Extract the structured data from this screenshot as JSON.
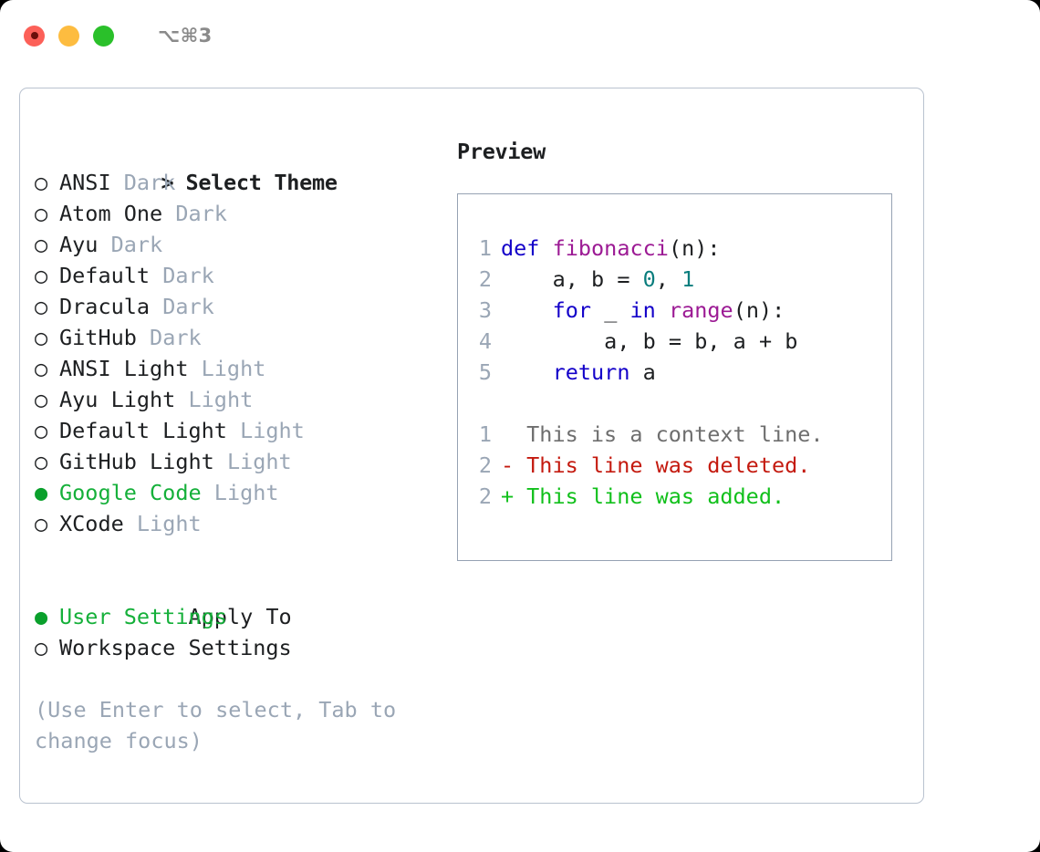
{
  "titlebar": {
    "shortcut": "⌥⌘3",
    "buttons": [
      {
        "name": "close",
        "color": "#fc6058"
      },
      {
        "name": "minimize",
        "color": "#fdbc40"
      },
      {
        "name": "maximize",
        "color": "#2ac02a"
      }
    ]
  },
  "left": {
    "heading_marker": ">",
    "heading": "Select Theme",
    "themes": [
      {
        "marker": "○",
        "name": "ANSI",
        "variant": "Dark",
        "selected": false
      },
      {
        "marker": "○",
        "name": "Atom One",
        "variant": "Dark",
        "selected": false
      },
      {
        "marker": "○",
        "name": "Ayu",
        "variant": "Dark",
        "selected": false
      },
      {
        "marker": "○",
        "name": "Default",
        "variant": "Dark",
        "selected": false
      },
      {
        "marker": "○",
        "name": "Dracula",
        "variant": "Dark",
        "selected": false
      },
      {
        "marker": "○",
        "name": "GitHub",
        "variant": "Dark",
        "selected": false
      },
      {
        "marker": "○",
        "name": "ANSI Light",
        "variant": "Light",
        "selected": false
      },
      {
        "marker": "○",
        "name": "Ayu Light",
        "variant": "Light",
        "selected": false
      },
      {
        "marker": "○",
        "name": "Default Light",
        "variant": "Light",
        "selected": false
      },
      {
        "marker": "○",
        "name": "GitHub Light",
        "variant": "Light",
        "selected": false
      },
      {
        "marker": "●",
        "name": "Google Code",
        "variant": "Light",
        "selected": true
      },
      {
        "marker": "○",
        "name": "XCode",
        "variant": "Light",
        "selected": false
      }
    ],
    "apply_to_title": "Apply To",
    "apply_to": [
      {
        "marker": "●",
        "name": "User Settings",
        "selected": true
      },
      {
        "marker": "○",
        "name": "Workspace Settings",
        "selected": false
      }
    ],
    "hint": "(Use Enter to select, Tab to change focus)"
  },
  "right": {
    "preview_title": "Preview",
    "code_lines": [
      {
        "no": "1",
        "tokens": [
          {
            "t": "def ",
            "c": "kw"
          },
          {
            "t": "fibonacci",
            "c": "fn"
          },
          {
            "t": "(n):",
            "c": "plain"
          }
        ]
      },
      {
        "no": "2",
        "tokens": [
          {
            "t": "    a, b = ",
            "c": "plain"
          },
          {
            "t": "0",
            "c": "num"
          },
          {
            "t": ", ",
            "c": "plain"
          },
          {
            "t": "1",
            "c": "num"
          }
        ]
      },
      {
        "no": "3",
        "tokens": [
          {
            "t": "    ",
            "c": "plain"
          },
          {
            "t": "for",
            "c": "kw"
          },
          {
            "t": " _ ",
            "c": "plain"
          },
          {
            "t": "in",
            "c": "kw"
          },
          {
            "t": " ",
            "c": "plain"
          },
          {
            "t": "range",
            "c": "fn"
          },
          {
            "t": "(n):",
            "c": "plain"
          }
        ]
      },
      {
        "no": "4",
        "tokens": [
          {
            "t": "        a, b = b, a + b",
            "c": "plain"
          }
        ]
      },
      {
        "no": "5",
        "tokens": [
          {
            "t": "    ",
            "c": "plain"
          },
          {
            "t": "return",
            "c": "kw"
          },
          {
            "t": " a",
            "c": "plain"
          }
        ]
      }
    ],
    "diff_lines": [
      {
        "no": "1",
        "mark": " ",
        "text": "This is a context line.",
        "kind": "context"
      },
      {
        "no": "2",
        "mark": "-",
        "text": "This line was deleted.",
        "kind": "deleted"
      },
      {
        "no": "2",
        "mark": "+",
        "text": "This line was added.",
        "kind": "added"
      }
    ]
  },
  "colors": {
    "accent_green": "#15b03a",
    "muted": "#9aa6b5",
    "keyword": "#1300c9",
    "function": "#9c1a94",
    "number": "#0a7d7d",
    "diff_added": "#11c01b",
    "diff_deleted": "#c41a0f",
    "diff_context": "#6e6e6e",
    "border": "#b9c2cf"
  }
}
